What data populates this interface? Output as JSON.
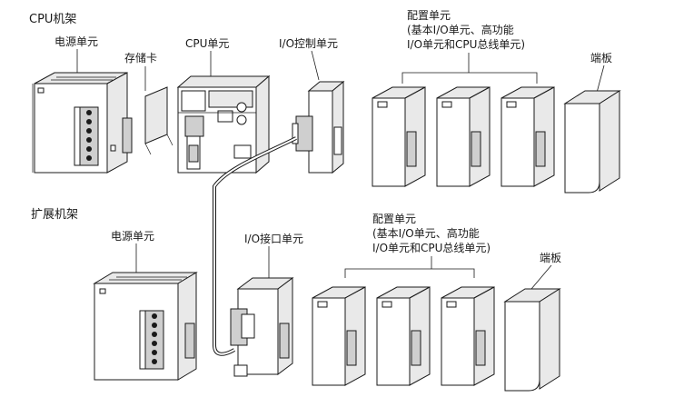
{
  "labels": {
    "cpu_rack": "CPU机架",
    "power_unit_top": "电源单元",
    "memory_card": "存储卡",
    "cpu_unit": "CPU单元",
    "io_control_unit": "I/O控制单元",
    "config_unit_top_line1": "配置单元",
    "config_unit_top_line2": "(基本I/O单元、高功能",
    "config_unit_top_line3": "I/O单元和CPU总线单元)",
    "end_cover_top": "端板",
    "expansion_rack": "扩展机架",
    "power_unit_bottom": "电源单元",
    "io_interface_unit": "I/O接口单元",
    "config_unit_bottom_line1": "配置单元",
    "config_unit_bottom_line2": "(基本I/O单元、高功能",
    "config_unit_bottom_line3": "I/O单元和CPU总线单元)",
    "end_cover_bottom": "端板"
  }
}
